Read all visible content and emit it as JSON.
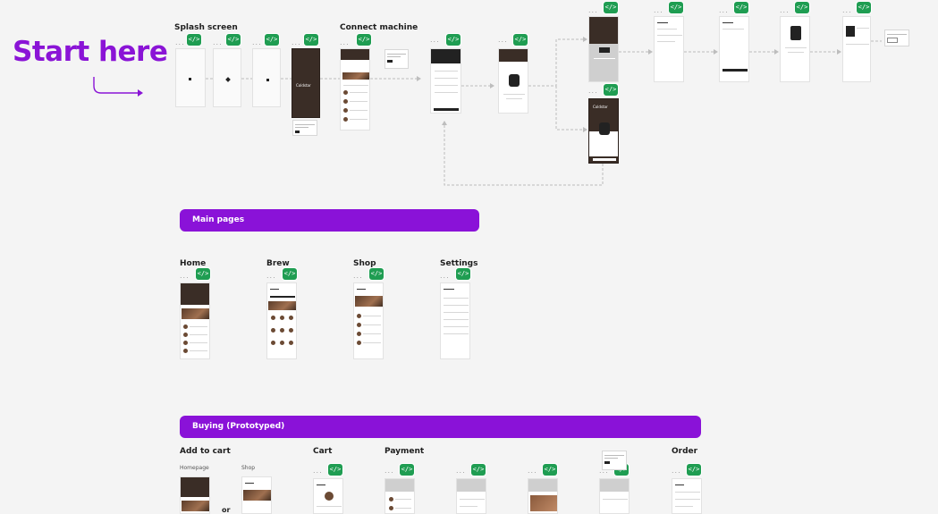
{
  "canvas": {
    "start_label": "Start here",
    "badge_glyph": "</>",
    "dots": "...",
    "accent_color": "#8a12d8",
    "badge_color": "#1f9d52"
  },
  "flow": {
    "splash_label": "Splash screen",
    "connect_label": "Connect machine",
    "splash_brand": "Coldstar",
    "connect_brand": "Coldstar"
  },
  "sections": {
    "main_pages": "Main pages",
    "buying": "Buying (Prototyped)"
  },
  "main_pages": {
    "home": "Home",
    "brew": "Brew",
    "shop": "Shop",
    "settings": "Settings"
  },
  "buying": {
    "add_to_cart": "Add to cart",
    "homepage": "Homepage",
    "shop_small": "Shop",
    "or": "or",
    "cart": "Cart",
    "payment": "Payment",
    "order": "Order"
  }
}
